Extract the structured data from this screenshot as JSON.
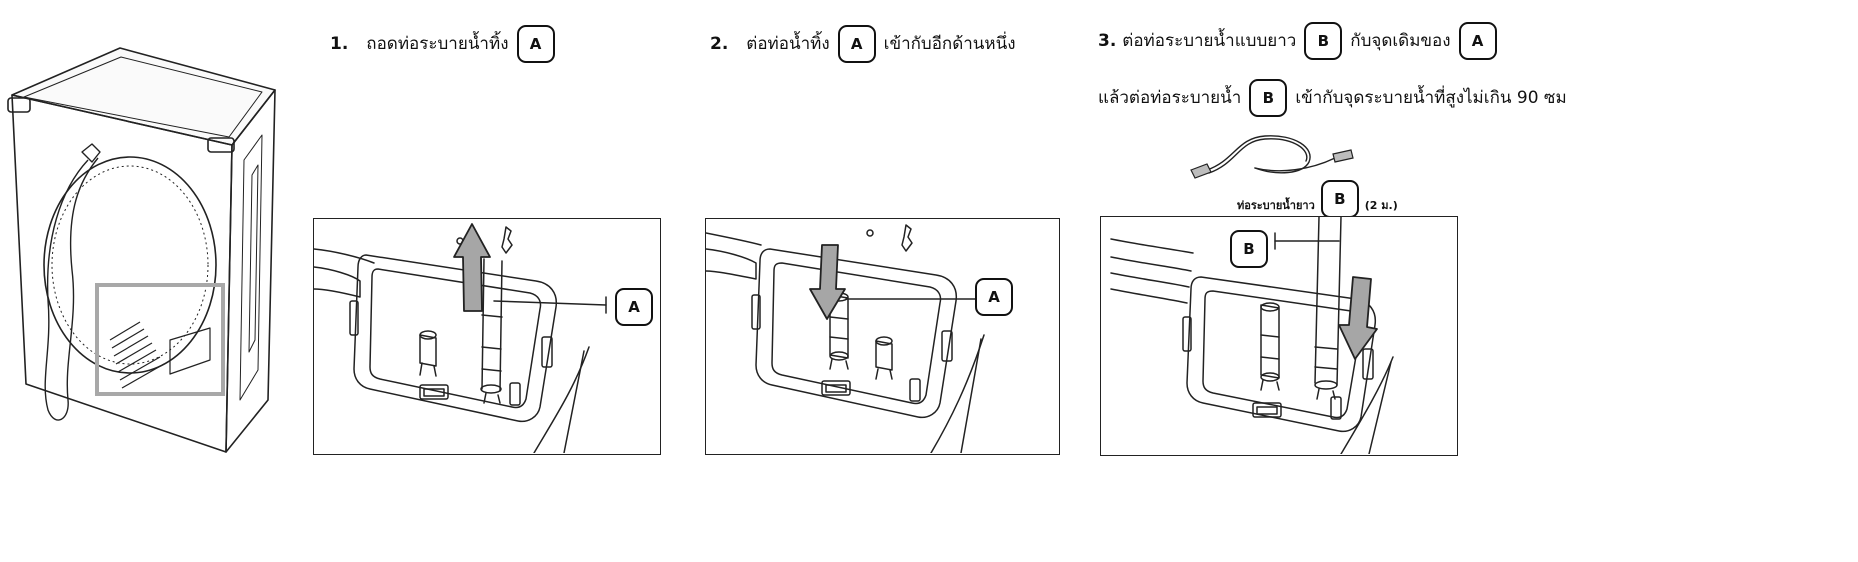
{
  "steps": [
    {
      "number": "1.",
      "text_before": "ถอดท่อระบายน้ำทิ้ง",
      "badge": "A"
    },
    {
      "number": "2.",
      "text_before": "ต่อท่อน้ำทิ้ง",
      "badge": "A",
      "text_after": "เข้ากับอีกด้านหนึ่ง"
    },
    {
      "number": "3.",
      "line1_before": "ต่อท่อระบายน้ำแบบยาว",
      "line1_badge1": "B",
      "line1_middle": "กับจุดเดิมของ",
      "line1_badge2": "A",
      "line2_before": "แล้วต่อท่อระบายน้ำ",
      "line2_badge": "B",
      "line2_after": "เข้ากับจุดระบายน้ำที่สูงไม่เกิน 90 ซม"
    }
  ],
  "hose": {
    "label": "ท่อระบายน้ำยาว",
    "badge": "B",
    "length": "(2 ม.)"
  },
  "callouts": {
    "panel1": "A",
    "panel2": "A",
    "panel3": "B"
  },
  "colors": {
    "arrow_fill": "#a6a6a6",
    "highlight_box": "#a8a8a8",
    "line": "#222222"
  }
}
